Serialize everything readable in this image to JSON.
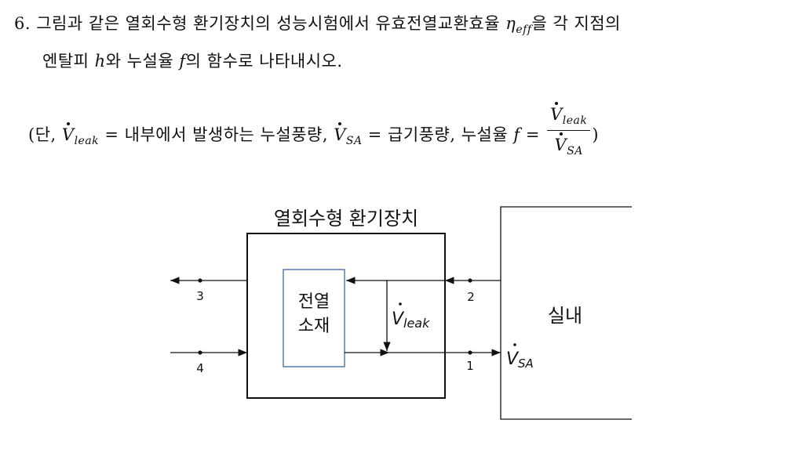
{
  "question": {
    "number": "6.",
    "line1_text": "그림과 같은 열회수형 환기장치의 성능시험에서 유효전열교환효율",
    "eta_symbol": "η",
    "eta_sub": "eff",
    "line1_tail": "을 각 지점의",
    "line2_head": "엔탈피",
    "h_symbol": "h",
    "line2_mid": "와 누설율",
    "f_symbol": "f",
    "line2_tail": "의 함수로 나타내시오.",
    "note_open": "(단,",
    "v_symbol": "V",
    "leak_sub": "leak",
    "sa_sub": "SA",
    "note_eq": "=",
    "note_leak_desc": "내부에서 발생하는 누설풍량,",
    "note_sa_desc": "급기풍량, 누설율",
    "note_close": ")"
  },
  "diagram": {
    "device_title": "열회수형 환기장치",
    "core_label_line1": "전열",
    "core_label_line2": "소재",
    "indoor_label": "실내",
    "point_1": "1",
    "point_2": "2",
    "point_3": "3",
    "point_4": "4",
    "v_symbol": "V",
    "leak_sub": "leak",
    "sa_sub": "SA"
  }
}
